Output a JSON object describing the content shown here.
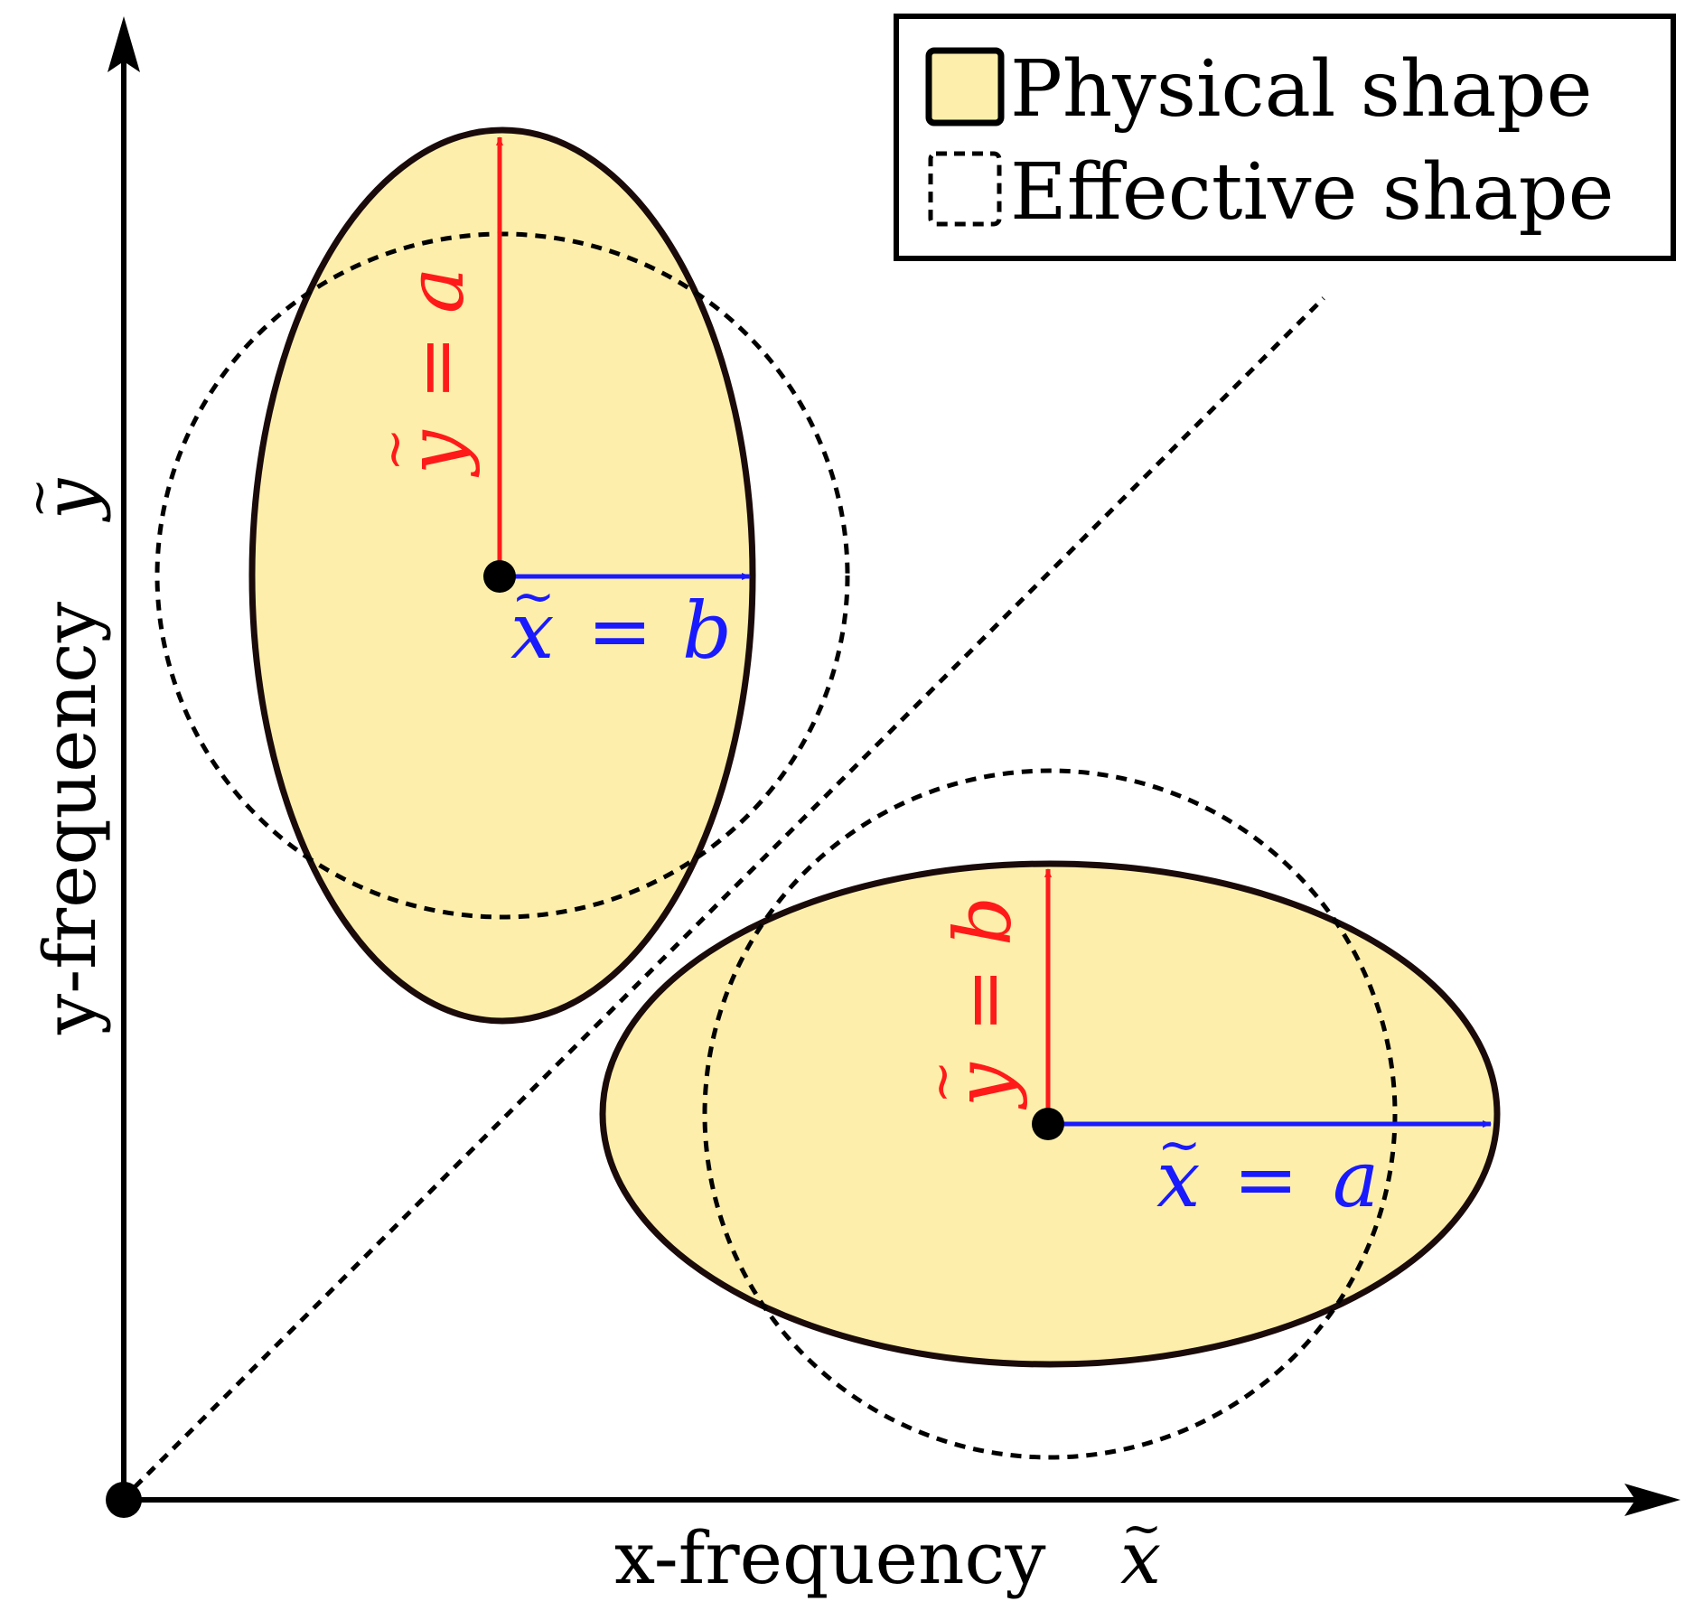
{
  "legend": {
    "physical_label": "Physical shape",
    "effective_label": "Effective shape"
  },
  "axes": {
    "x_label_text": "x-frequency",
    "x_label_var": "x",
    "y_label_text": "y-frequency",
    "y_label_var": "y"
  },
  "upper_shape": {
    "y_eq_label": {
      "var": "y",
      "eq": "=",
      "val": "a"
    },
    "x_eq_label": {
      "var": "x",
      "eq": "=",
      "val": "b"
    }
  },
  "lower_shape": {
    "y_eq_label": {
      "var": "y",
      "eq": "=",
      "val": "b"
    },
    "x_eq_label": {
      "var": "x",
      "eq": "=",
      "val": "a"
    }
  },
  "colors": {
    "physical_fill": "#FDEFAB",
    "outline": "#1a0a0a",
    "y_arrow": "#FF1A1A",
    "x_arrow": "#1A1AFF",
    "axis": "#000000"
  },
  "tilde": "~"
}
